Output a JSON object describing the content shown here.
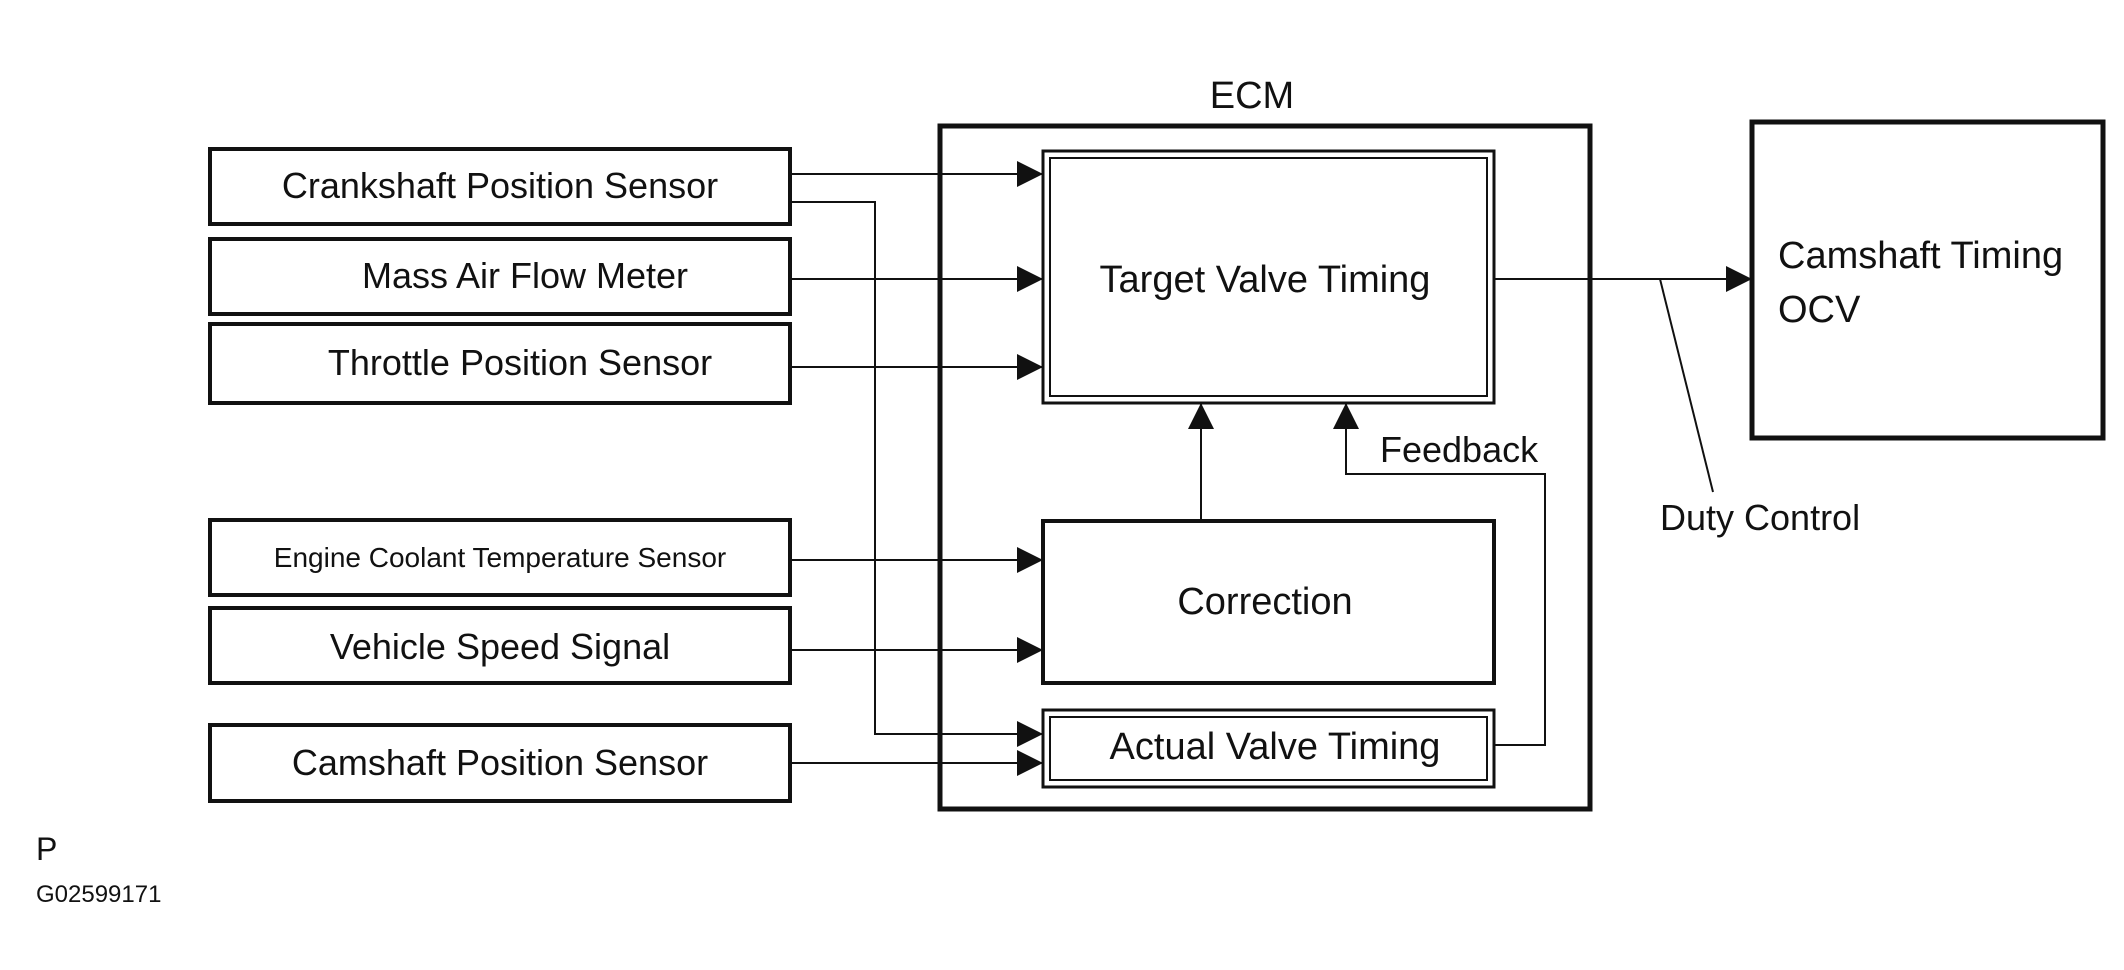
{
  "ecm": {
    "title": "ECM"
  },
  "inputs": {
    "crankshaft": "Crankshaft Position Sensor",
    "maf": "Mass Air Flow Meter",
    "throttle": "Throttle Position Sensor",
    "coolant": "Engine Coolant Temperature Sensor",
    "speed": "Vehicle Speed Signal",
    "camshaft": "Camshaft Position Sensor"
  },
  "blocks": {
    "target": "Target Valve Timing",
    "correction": "Correction",
    "actual": "Actual Valve Timing"
  },
  "output": {
    "line1": "Camshaft Timing",
    "line2": "OCV"
  },
  "labels": {
    "feedback": "Feedback",
    "duty": "Duty Control",
    "corner_letter": "P",
    "figure_code": "G02599171"
  }
}
